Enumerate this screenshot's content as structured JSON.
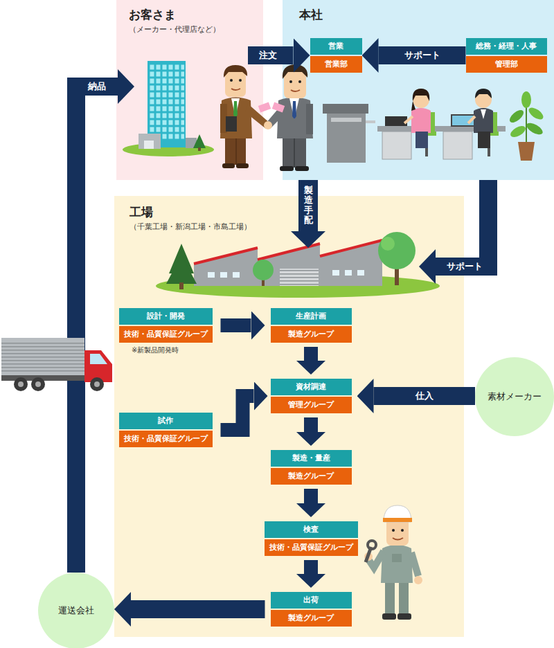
{
  "diagram": {
    "nodes": [
      {
        "text": [
          "お客さま",
          "（メーカー・代理店など）"
        ]
      },
      {
        "text": [
          "本社"
        ]
      },
      {
        "text": [
          "営業",
          "営業部"
        ],
        "in": 1
      },
      {
        "text": [
          "総務・経理・人事",
          "管理部"
        ],
        "in": 1
      },
      {
        "text": [
          "工場",
          "（千葉工場・新潟工場・市島工場）"
        ]
      },
      {
        "text": [
          "設計・開発",
          "技術・品質保証グループ"
        ],
        "in": 4
      },
      {
        "text": [
          "生産計画",
          "製造グループ"
        ],
        "in": 4
      },
      {
        "text": [
          "資材調達",
          "管理グループ"
        ],
        "in": 4
      },
      {
        "text": [
          "試作",
          "技術・品質保証グループ"
        ],
        "in": 4
      },
      {
        "text": [
          "製造・量産",
          "製造グループ"
        ],
        "in": 4
      },
      {
        "text": [
          "検査",
          "技術・品質保証グループ"
        ],
        "in": 4
      },
      {
        "text": [
          "出荷",
          "製造グループ"
        ],
        "in": 4
      },
      {
        "text": [
          "素材メーカー"
        ]
      },
      {
        "text": [
          "運送会社"
        ]
      }
    ],
    "edges": [
      {
        "from": 0,
        "to": 2,
        "arrow": "to",
        "label": "注文"
      },
      {
        "from": 3,
        "to": 2,
        "arrow": "to",
        "label": "サポート"
      },
      {
        "from": 1,
        "to": 4,
        "arrow": "to",
        "label": "製造手配"
      },
      {
        "from": 1,
        "to": 4,
        "arrow": "to",
        "label": "サポート"
      },
      {
        "from": 5,
        "to": 6,
        "arrow": "to"
      },
      {
        "from": 6,
        "to": 7,
        "arrow": "to"
      },
      {
        "from": 12,
        "to": 7,
        "arrow": "to",
        "label": "仕入"
      },
      {
        "from": 8,
        "to": 7,
        "arrow": "to"
      },
      {
        "from": 7,
        "to": 9,
        "arrow": "to"
      },
      {
        "from": 9,
        "to": 10,
        "arrow": "to"
      },
      {
        "from": 10,
        "to": 11,
        "arrow": "to"
      },
      {
        "from": 11,
        "to": 13,
        "arrow": "to"
      },
      {
        "from": 13,
        "to": 0,
        "arrow": "to",
        "label": "納品"
      }
    ],
    "labels": [
      "※新製品開発時"
    ]
  }
}
